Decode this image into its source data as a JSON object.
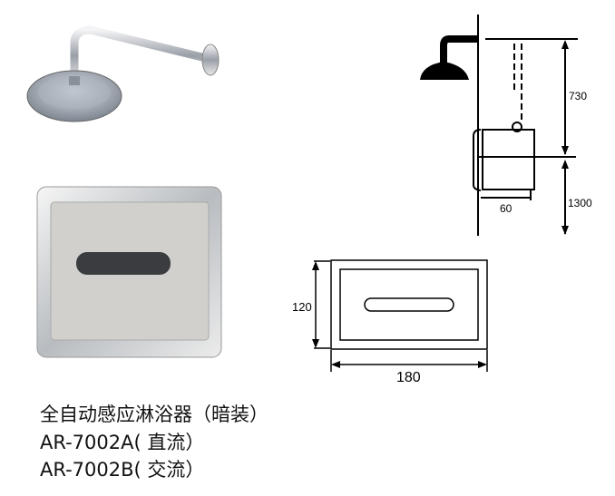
{
  "caption": {
    "title": "全自动感应淋浴器（暗装）",
    "model_a": "AR-7002A( 直流）",
    "model_b": "AR-7002B( 交流）"
  },
  "side_diagram": {
    "dim_top": "730",
    "dim_bottom": "1300",
    "dim_depth": "60"
  },
  "front_diagram": {
    "dim_height": "120",
    "dim_width": "180"
  }
}
